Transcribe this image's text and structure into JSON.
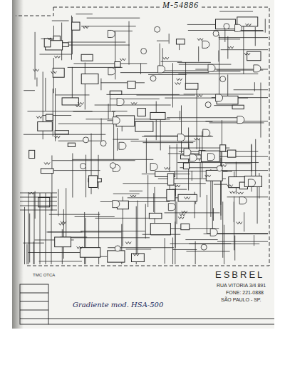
{
  "diagram": {
    "labels": [
      "M-54886",
      "ESBREL",
      "RUA VITORIA 3/4 891",
      "FONE: 221-0888",
      "SÃO PAULO - SP.",
      "Gradiente mod. HSA-500",
      "TMC OTCA"
    ]
  }
}
